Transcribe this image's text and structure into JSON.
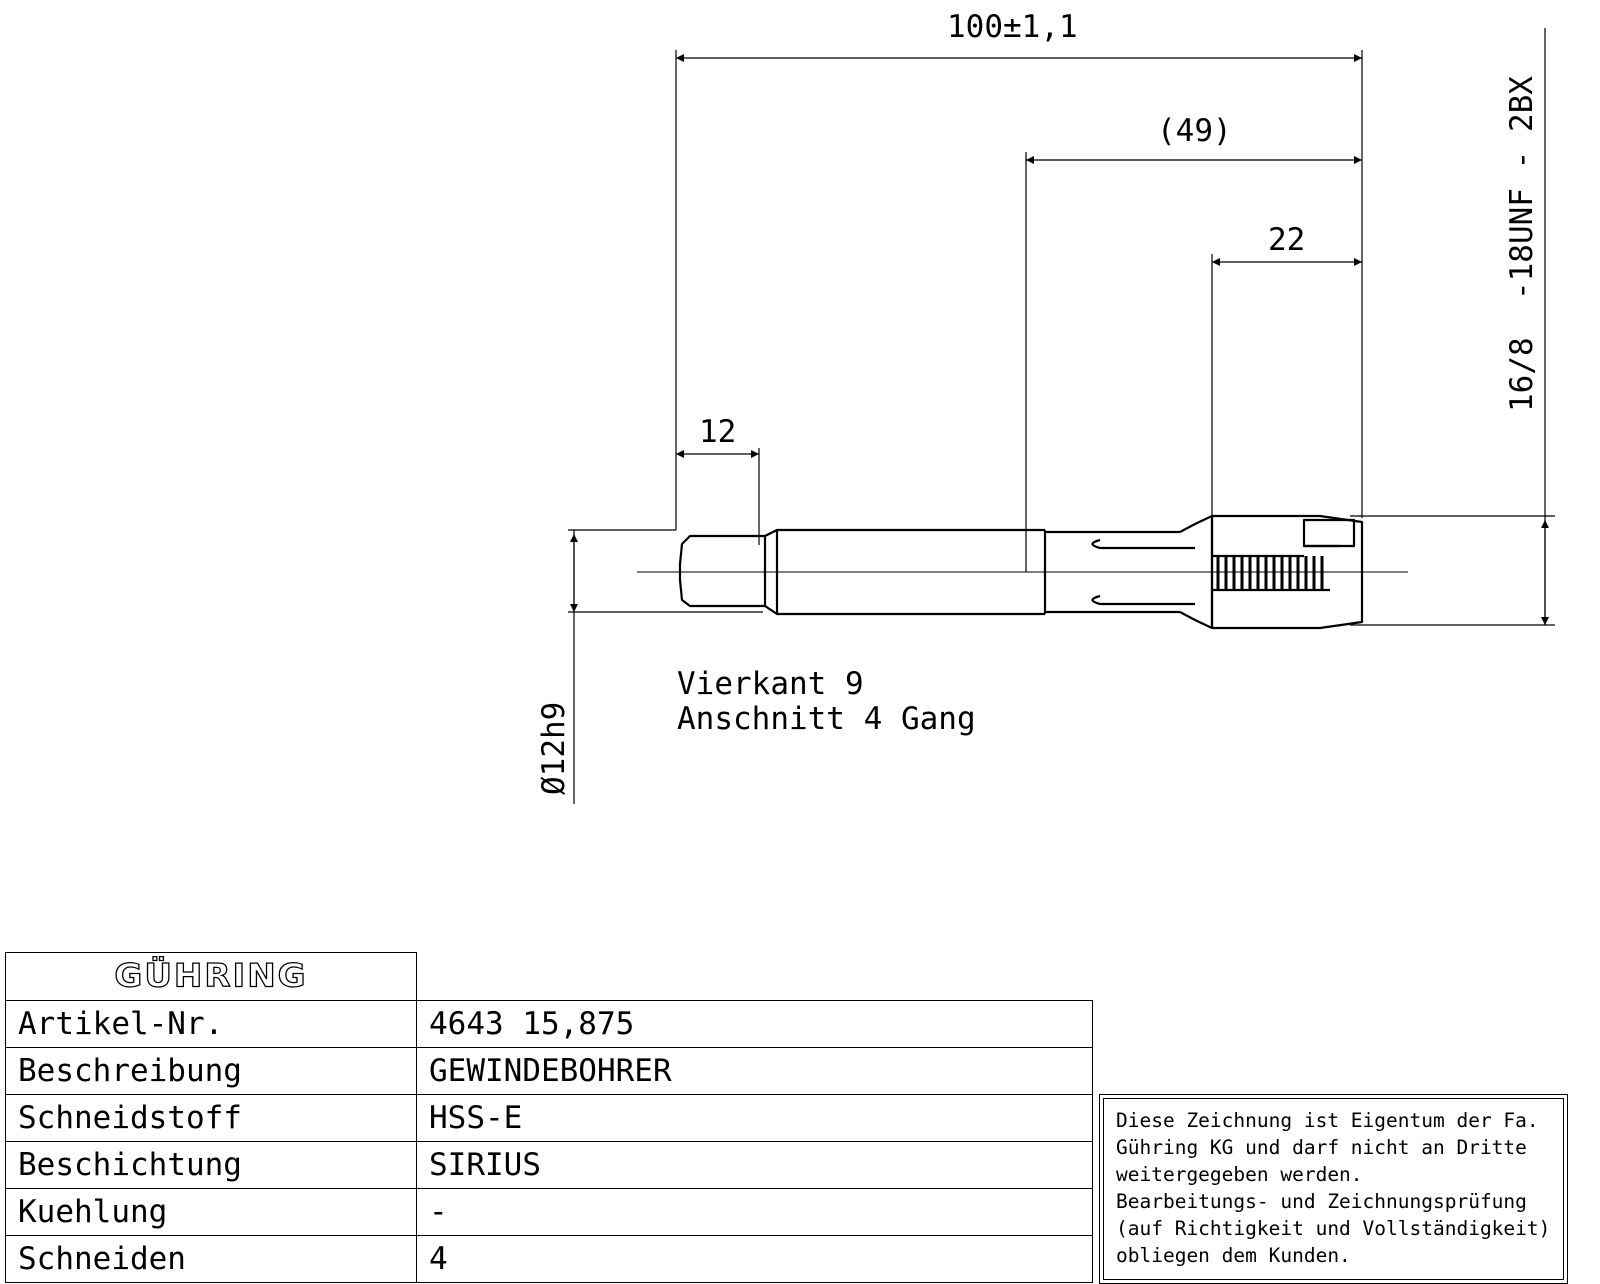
{
  "drawing": {
    "dimensions": {
      "overall_length": "100±1,1",
      "length_49": "(49)",
      "thread_length": "22",
      "square_length": "12",
      "shank_diameter": "Ø12h9",
      "thread_spec": "16/8  -18UNF - 2BX"
    },
    "notes": {
      "square": "Vierkant 9",
      "chamfer": "Anschnitt 4 Gang"
    }
  },
  "title_block": {
    "logo_text": "GÜHRING",
    "rows": [
      {
        "label": "Artikel-Nr.",
        "value": "4643 15,875"
      },
      {
        "label": "Beschreibung",
        "value": "GEWINDEBOHRER"
      },
      {
        "label": "Schneidstoff",
        "value": "HSS-E"
      },
      {
        "label": "Beschichtung",
        "value": "SIRIUS"
      },
      {
        "label": "Kuehlung",
        "value": "-"
      },
      {
        "label": "Schneiden",
        "value": "4"
      }
    ]
  },
  "notice": {
    "text": "Diese Zeichnung ist Eigentum der Fa.\nGühring KG und darf nicht an Dritte\nweitergegeben werden.\nBearbeitungs- und Zeichnungsprüfung\n(auf Richtigkeit und Vollständigkeit)\nobliegen dem Kunden."
  }
}
